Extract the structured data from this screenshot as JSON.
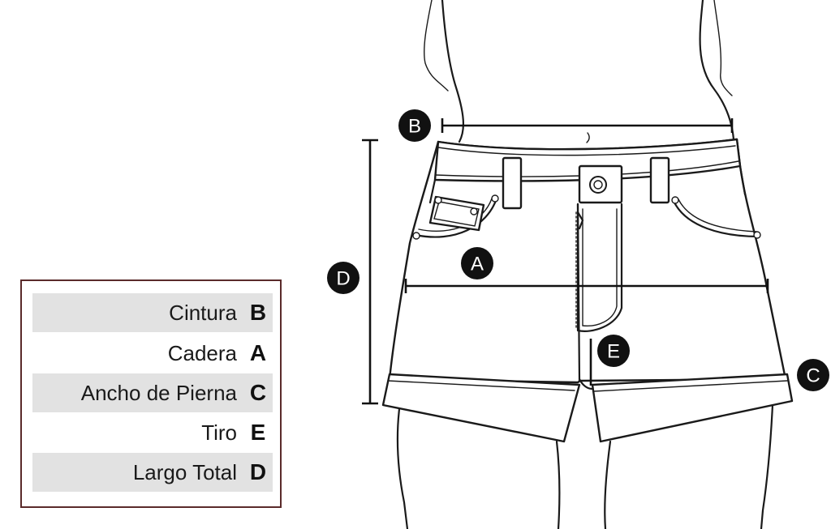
{
  "markers": {
    "a": "A",
    "b": "B",
    "c": "C",
    "d": "D",
    "e": "E"
  },
  "legend": {
    "rows": [
      {
        "label": "Cintura",
        "letter": "B"
      },
      {
        "label": "Cadera",
        "letter": "A"
      },
      {
        "label": "Ancho de Pierna",
        "letter": "C"
      },
      {
        "label": "Tiro",
        "letter": "E"
      },
      {
        "label": "Largo Total",
        "letter": "D"
      }
    ]
  },
  "colors": {
    "ink": "#1a1a1a",
    "legend_border": "#5a2a2a",
    "legend_shade": "#e2e2e2",
    "marker": "#111111"
  }
}
